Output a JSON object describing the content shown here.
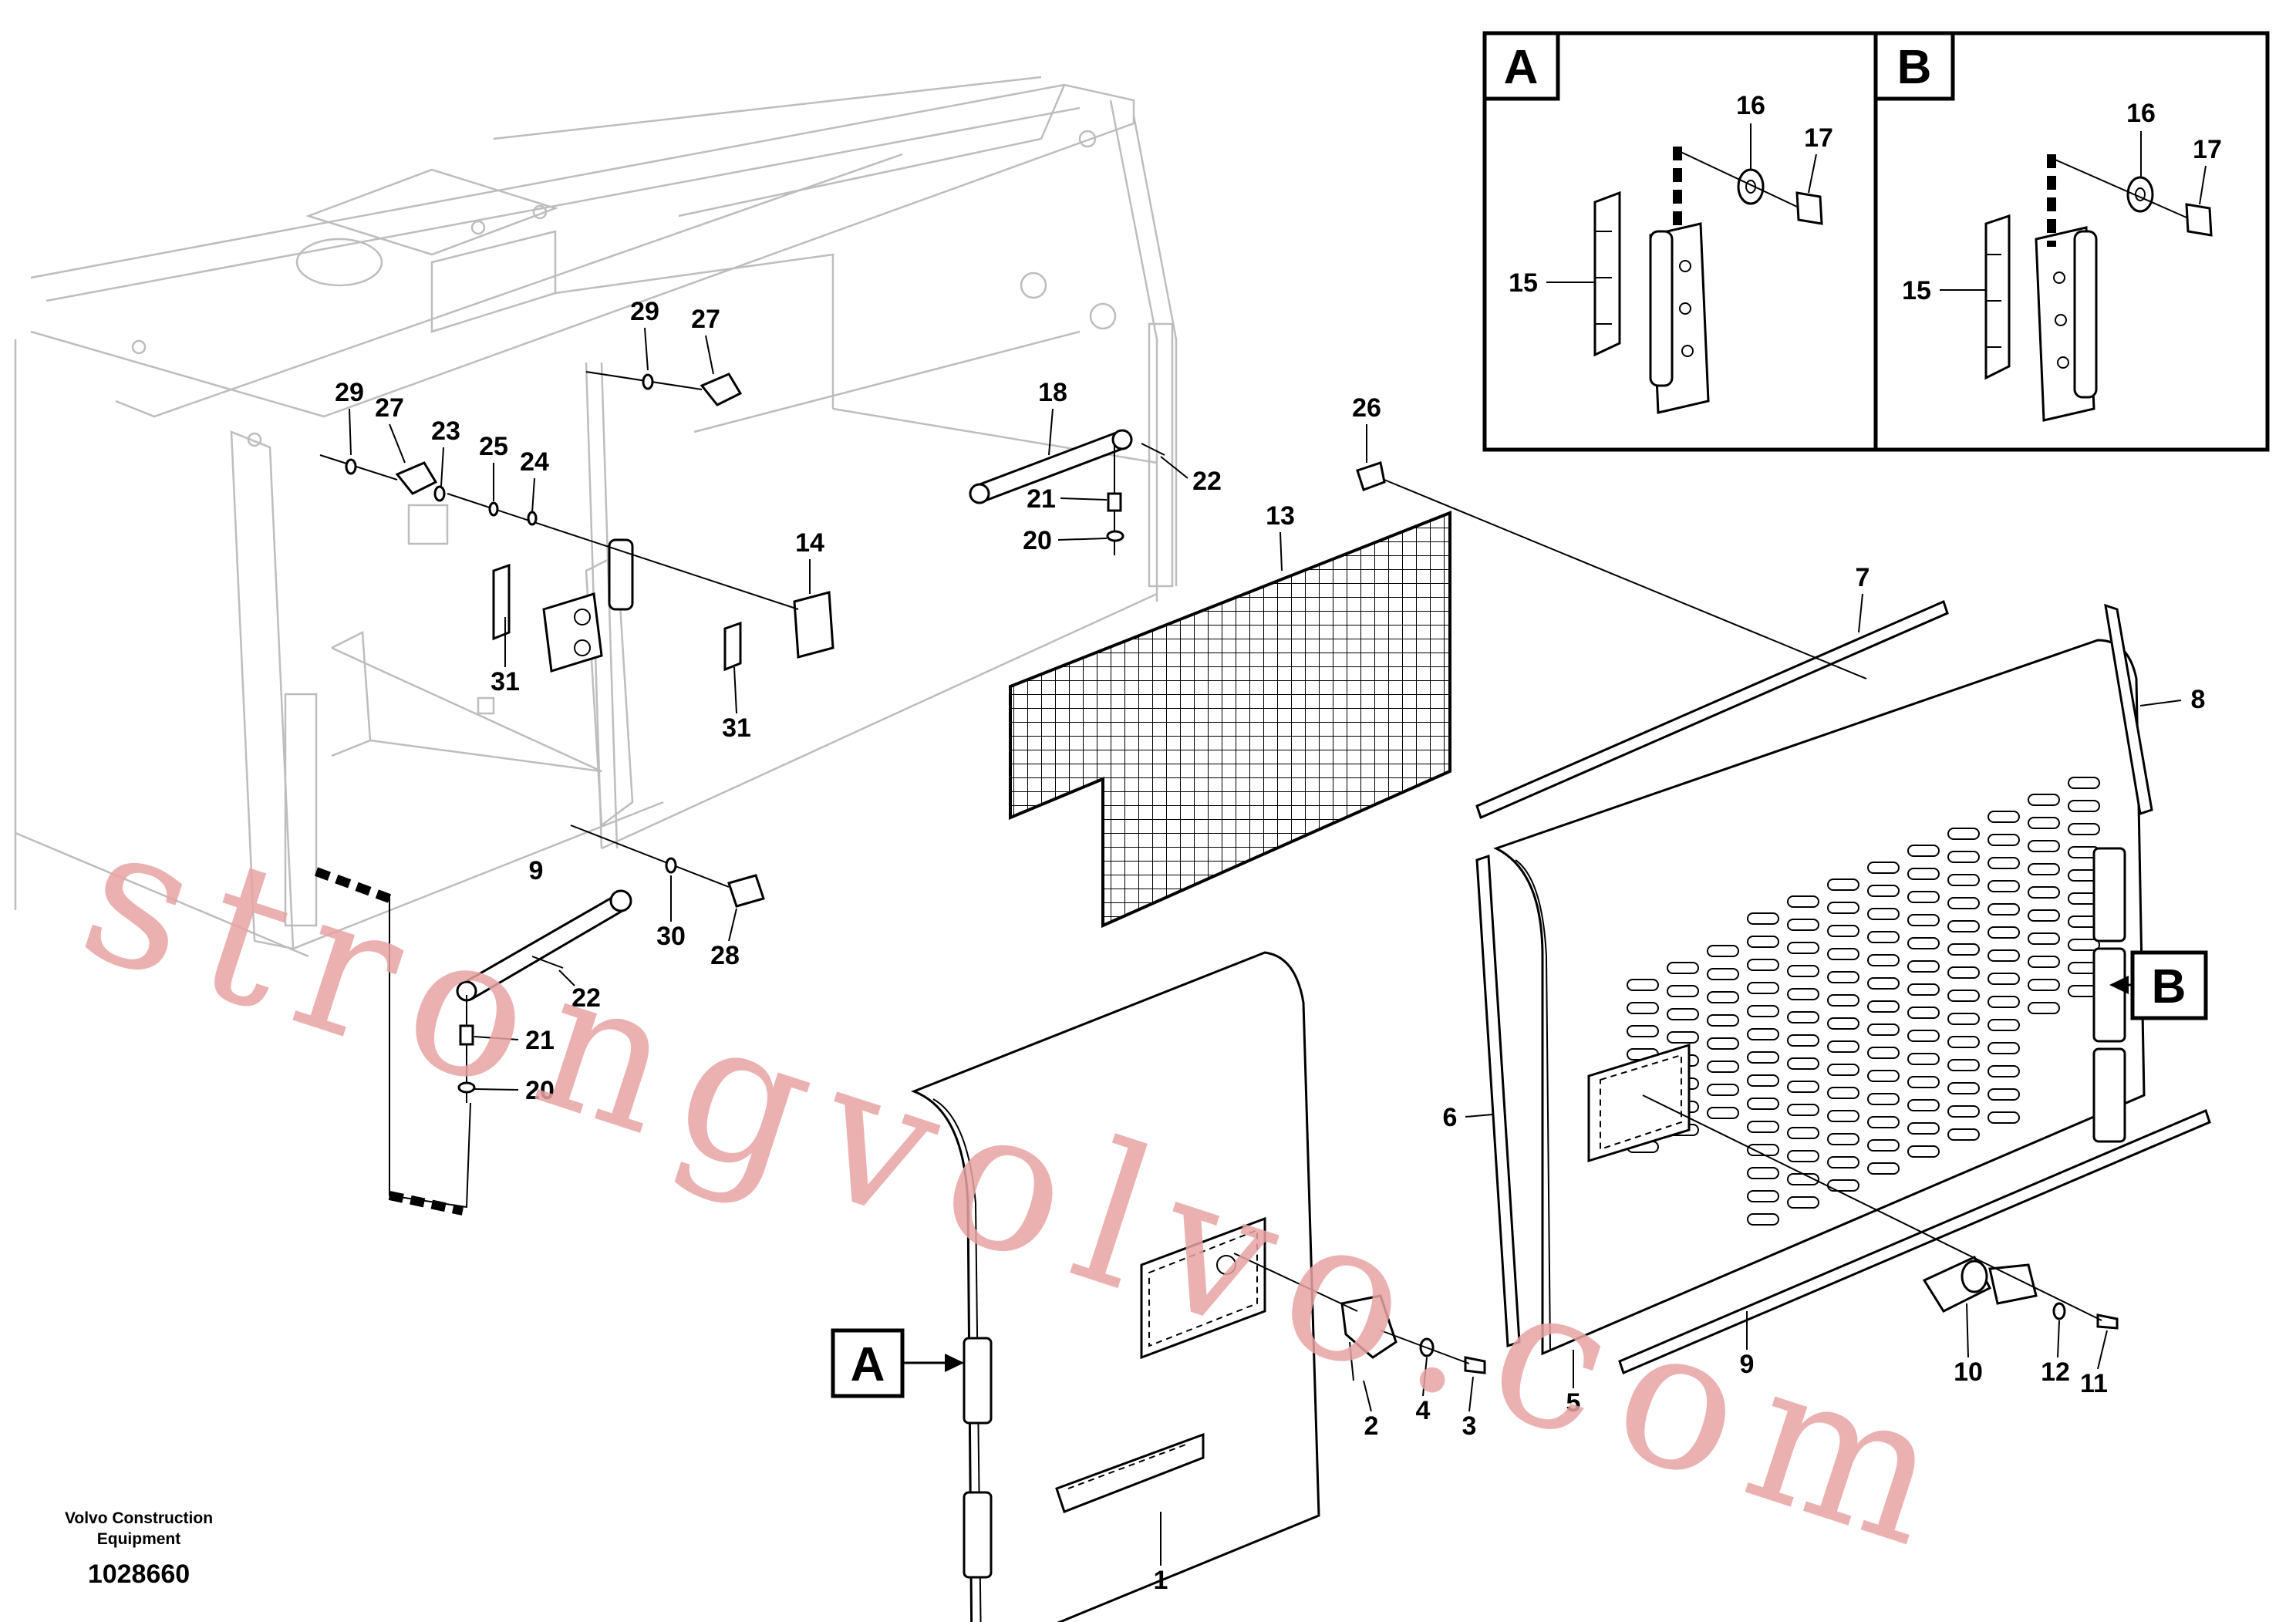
{
  "watermark": "strongvolvo.com",
  "footer": {
    "company_line1": "Volvo Construction",
    "company_line2": "Equipment",
    "doc_number": "1028660"
  },
  "detail_boxes": {
    "a": {
      "letter": "A",
      "labels": [
        "15",
        "16",
        "17"
      ]
    },
    "b": {
      "letter": "B",
      "labels": [
        "15",
        "16",
        "17"
      ]
    }
  },
  "callout_flags": {
    "a": "A",
    "b": "B"
  },
  "part_labels": {
    "p1": "1",
    "p2": "2",
    "p3": "3",
    "p4": "4",
    "p5": "5",
    "p6": "6",
    "p7": "7",
    "p8": "8",
    "p9": "9",
    "p10": "10",
    "p11": "11",
    "p12": "12",
    "p13": "13",
    "p14": "14",
    "p18": "18",
    "p19": "9",
    "p20a": "20",
    "p20b": "20",
    "p21a": "21",
    "p21b": "21",
    "p22a": "22",
    "p22b": "22",
    "p23": "23",
    "p24": "24",
    "p25": "25",
    "p26": "26",
    "p27a": "27",
    "p27b": "27",
    "p28": "28",
    "p29a": "29",
    "p29b": "29",
    "p30": "30",
    "p31a": "31",
    "p31b": "31"
  }
}
